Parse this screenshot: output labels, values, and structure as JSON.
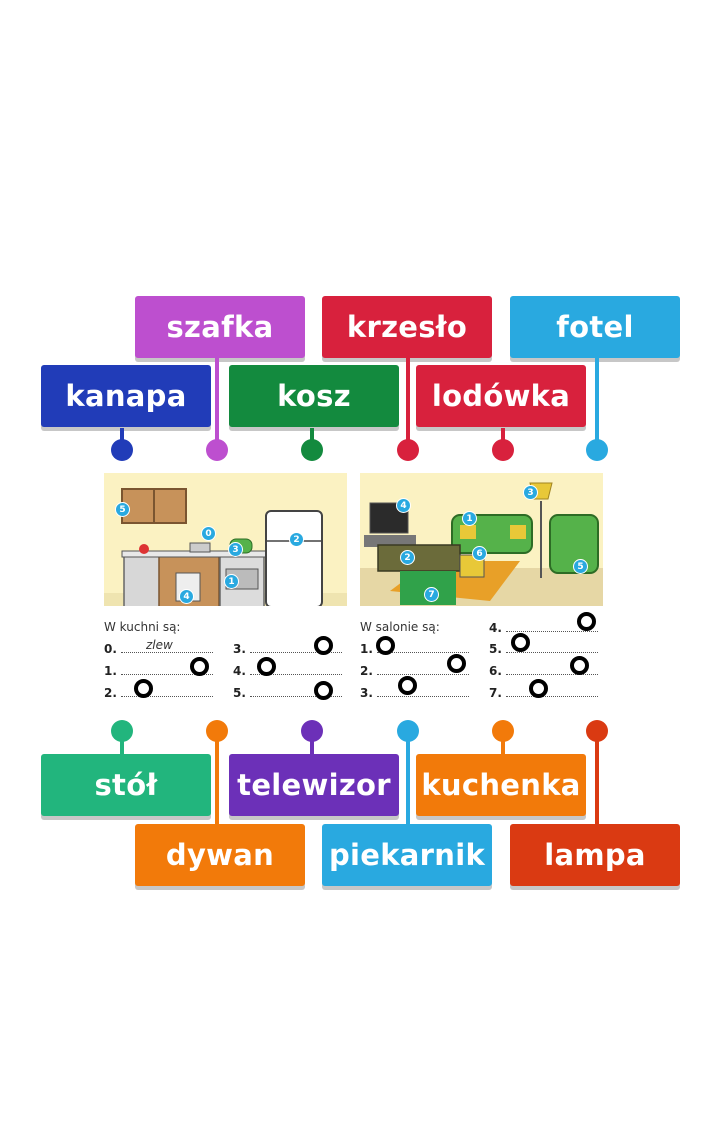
{
  "top_tiles": [
    {
      "label": "szafka",
      "color": "#bd4fcf"
    },
    {
      "label": "krzesło",
      "color": "#d8213d"
    },
    {
      "label": "fotel",
      "color": "#29a9e0"
    },
    {
      "label": "kanapa",
      "color": "#213cb8"
    },
    {
      "label": "kosz",
      "color": "#138a3e"
    },
    {
      "label": "lodówka",
      "color": "#d8213d"
    }
  ],
  "bottom_tiles": [
    {
      "label": "stół",
      "color": "#22b57d"
    },
    {
      "label": "telewizor",
      "color": "#6c30b8"
    },
    {
      "label": "kuchenka",
      "color": "#f27a0a"
    },
    {
      "label": "dywan",
      "color": "#f27a0a"
    },
    {
      "label": "piekarnik",
      "color": "#29a9e0"
    },
    {
      "label": "lampa",
      "color": "#da3a12"
    }
  ],
  "worksheet": {
    "kitchen_heading": "W kuchni są:",
    "living_heading": "W salonie są:",
    "kitchen_lines": [
      "0.",
      "1.",
      "2.",
      "3.",
      "4.",
      "5."
    ],
    "kitchen_example": "zlew",
    "living_lines": [
      "1.",
      "2.",
      "3.",
      "4.",
      "5.",
      "6.",
      "7."
    ],
    "kitchen_numbers": [
      "5",
      "0",
      "3",
      "2",
      "4",
      "1"
    ],
    "living_numbers": [
      "4",
      "1",
      "3",
      "2",
      "6",
      "5",
      "7"
    ]
  }
}
